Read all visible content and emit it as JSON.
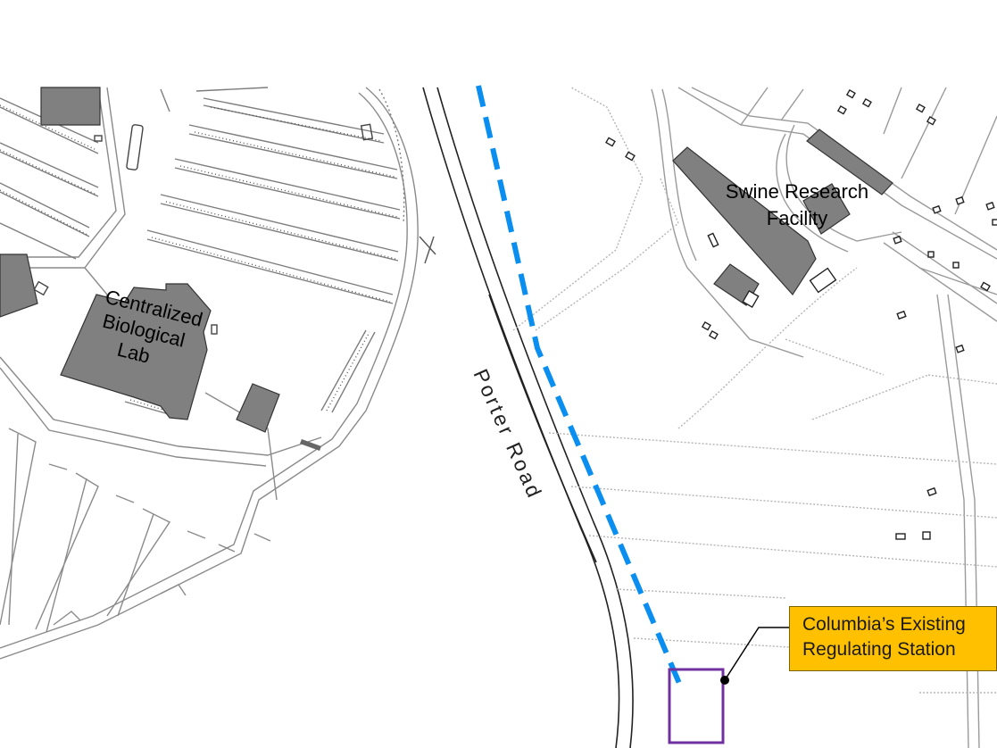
{
  "labels": {
    "facility_1": [
      "Centralized",
      "Biological",
      "Lab"
    ],
    "facility_2": [
      "Swine Research",
      "Facility"
    ],
    "road": "Porter Road"
  },
  "callout": {
    "line1": "Columbia’s Existing",
    "line2": "Regulating Station"
  },
  "colors": {
    "pipeline": "#0a8ff0",
    "station_outline": "#7030a0",
    "callout_fill": "#ffc000",
    "building_fill": "#808080"
  }
}
